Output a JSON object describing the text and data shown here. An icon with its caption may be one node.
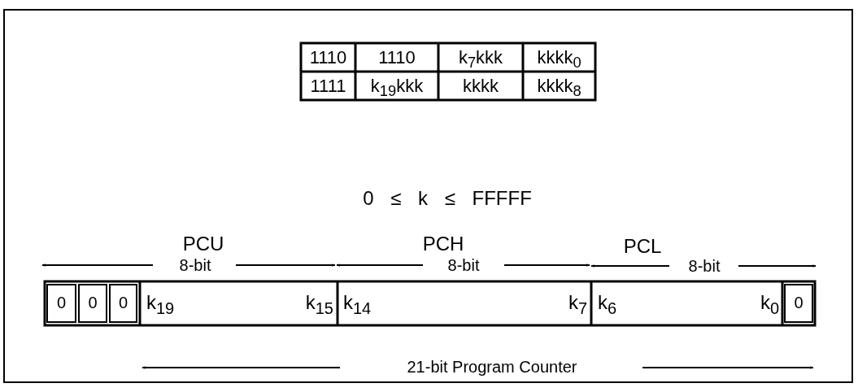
{
  "diagram": {
    "labels": [
      "1110",
      "1110",
      "k$_{7}$kkk",
      "kkkk$_{0}$",
      "1111",
      "k$_{19}$kkk",
      "kkkk",
      "kkkk$_{8}$",
      "0 ≤ k ≤ FFFFF",
      "PCU",
      "PCH",
      "PCL",
      "8-bit",
      "8-bit",
      "8-bit",
      "0",
      "0",
      "0",
      "k$_{19}$",
      "k$_{15}$",
      "k$_{14}$",
      "k$_{7}$",
      "k$_{6}$",
      "k$_{0}$",
      "0",
      "21-bit Program Counter"
    ]
  }
}
